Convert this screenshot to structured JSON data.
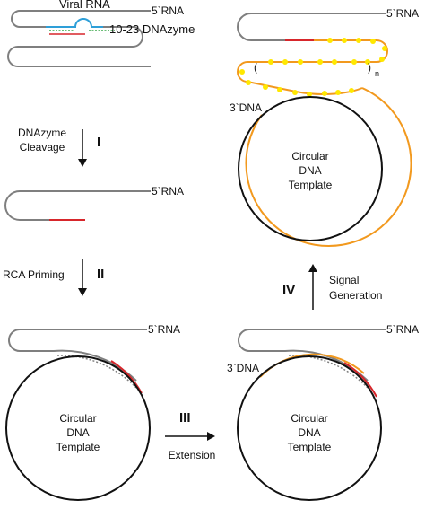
{
  "colors": {
    "rna": "#7f7f7f",
    "cleaved_segment": "#d7262b",
    "dnazyme": "#2e9fd8",
    "dnazyme_binding": "#3aa84a",
    "rca_product": "#f2991e",
    "signal_dot": "#ffe800",
    "template": "#111111"
  },
  "panel1": {
    "viral_rna_label": "Viral RNA",
    "five_prime_label": "5`RNA",
    "dnazyme_label": "10-23 DNAzyme"
  },
  "step1": {
    "numeral": "I",
    "caption_line1": "DNAzyme",
    "caption_line2": "Cleavage"
  },
  "panel2": {
    "five_prime_label": "5`RNA"
  },
  "step2": {
    "numeral": "II",
    "caption": "RCA Priming"
  },
  "panel3": {
    "five_prime_label": "5`RNA",
    "template_line1": "Circular",
    "template_line2": "DNA",
    "template_line3": "Template"
  },
  "step3": {
    "numeral": "III",
    "caption": "Extension"
  },
  "panel4": {
    "five_prime_label": "5`RNA",
    "three_prime_label": "3`DNA",
    "template_line1": "Circular",
    "template_line2": "DNA",
    "template_line3": "Template"
  },
  "step4": {
    "numeral": "IV",
    "caption_line1": "Signal",
    "caption_line2": "Generation"
  },
  "panel5": {
    "five_prime_label": "5`RNA",
    "three_prime_label": "3`DNA",
    "repeat_open": "(",
    "repeat_close": ")",
    "repeat_subscript": "n",
    "template_line1": "Circular",
    "template_line2": "DNA",
    "template_line3": "Template"
  }
}
